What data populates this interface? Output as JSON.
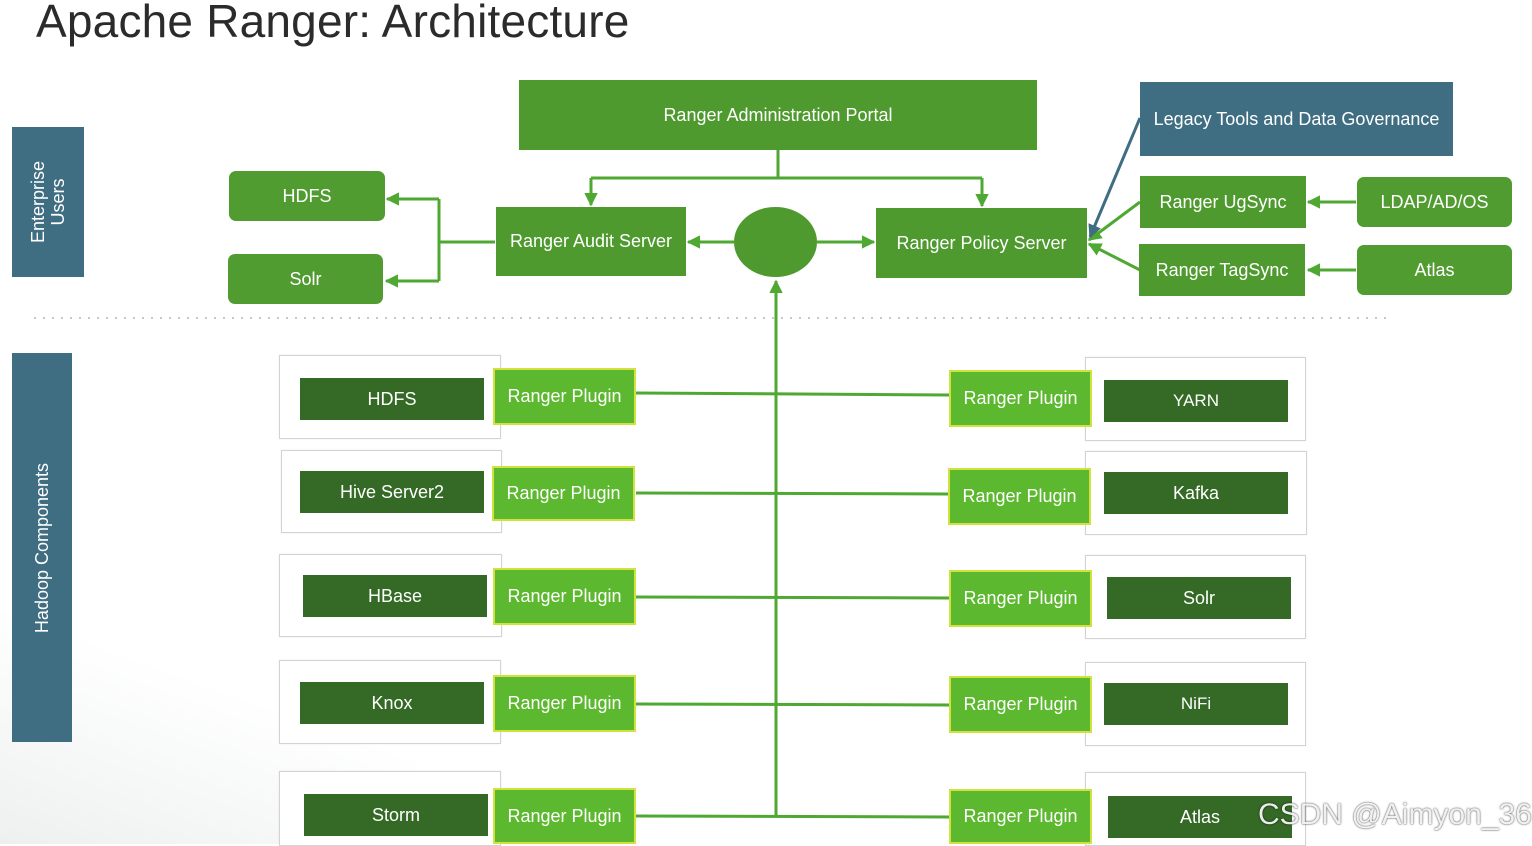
{
  "title": "Apache Ranger: Architecture",
  "sidebar": {
    "enterprise_users": "Enterprise Users",
    "hadoop_components": "Hadoop Components"
  },
  "top": {
    "admin_portal": "Ranger Administration Portal",
    "audit_server": "Ranger Audit Server",
    "policy_server": "Ranger Policy Server",
    "legacy_tools": "Legacy Tools and Data Governance",
    "usersync": "Ranger UgSync",
    "tagsync": "Ranger TagSync",
    "ldap": "LDAP/AD/OS",
    "atlas": "Atlas",
    "audit_hdfs": "HDFS",
    "audit_solr": "Solr"
  },
  "plugin_label": "Ranger Plugin",
  "left_components": [
    "HDFS",
    "Hive Server2",
    "HBase",
    "Knox",
    "Storm"
  ],
  "right_components": [
    "YARN",
    "Kafka",
    "Solr",
    "NiFi",
    "Atlas"
  ],
  "watermark": "CSDN @Aimyon_36",
  "colors": {
    "green": "#4e9a2e",
    "plugin_green": "#5cb82e",
    "dark_green": "#346a25",
    "slate_blue": "#3f6d82",
    "line_green": "#4ea832"
  }
}
